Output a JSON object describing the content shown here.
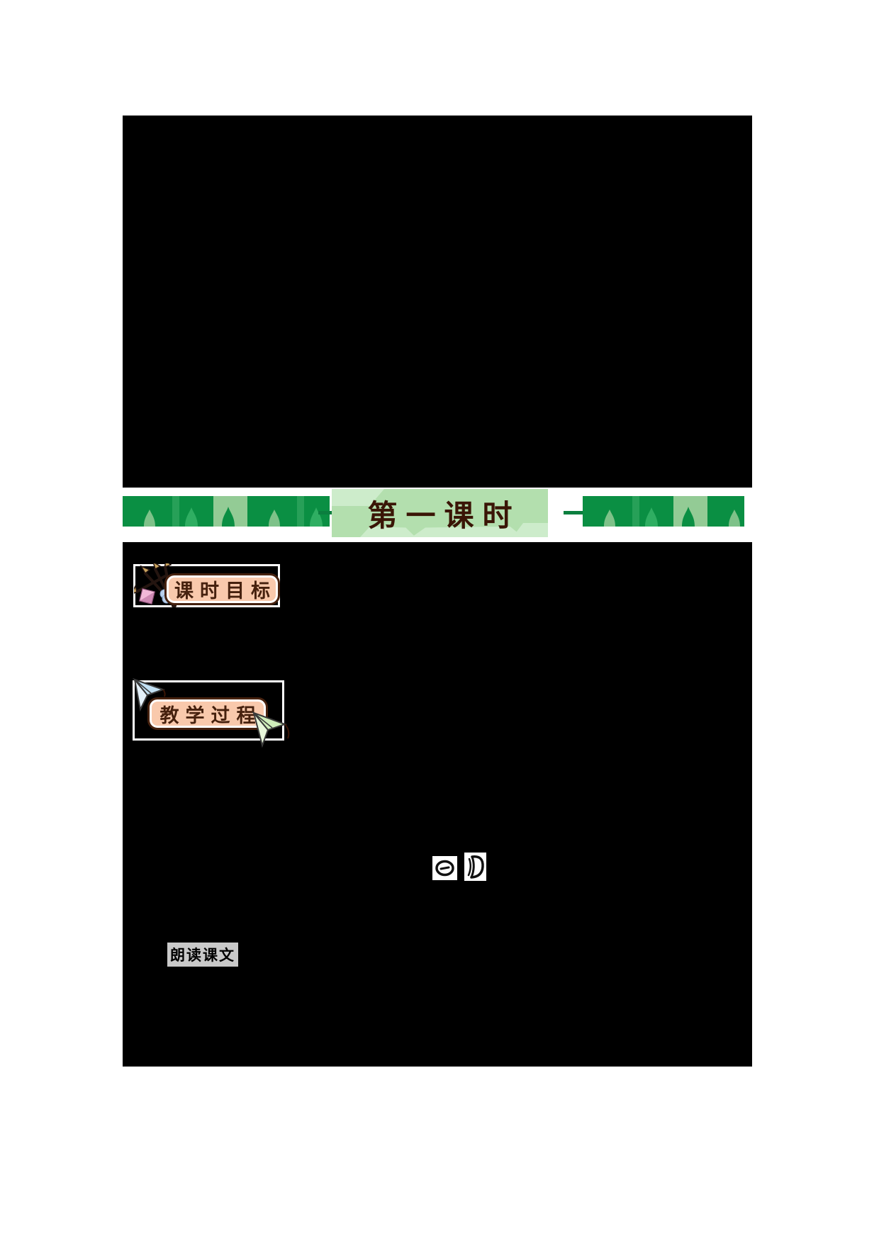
{
  "document": {
    "type": "lesson-plan-page",
    "page_background": "#ffffff",
    "content_background": "#000000"
  },
  "banner": {
    "title": "第一课时",
    "colors": {
      "strip_dark_green": "#0a8f43",
      "strip_mid_green": "#27a058",
      "strip_pale_green": "#93cb95",
      "title_box_green": "#b3dfae",
      "title_box_light_green": "#cdeccb",
      "title_text": "#3a1506",
      "dash": "#0b7f3f"
    }
  },
  "badges": {
    "objectives": {
      "label": "课时目标"
    },
    "process": {
      "label": "教学过程"
    },
    "style": {
      "fill": "#f9c9ac",
      "border": "#46210e",
      "text_color": "#46210e",
      "outer_border": "#ffffff"
    }
  },
  "icons": {
    "brushes": "calligraphy-brushes-icon",
    "origami": "pink-origami-icon",
    "flower": "blue-flower-icon",
    "plane_blue": "paper-plane-blue-icon",
    "plane_green": "paper-plane-green-icon",
    "sun": "sun-pictograph-icon",
    "moon": "moon-pictograph-icon",
    "bamboo": "bamboo-pattern-icon"
  },
  "content": {
    "highlight_text": "朗读课文",
    "highlight_background": "#c9c9c9"
  }
}
